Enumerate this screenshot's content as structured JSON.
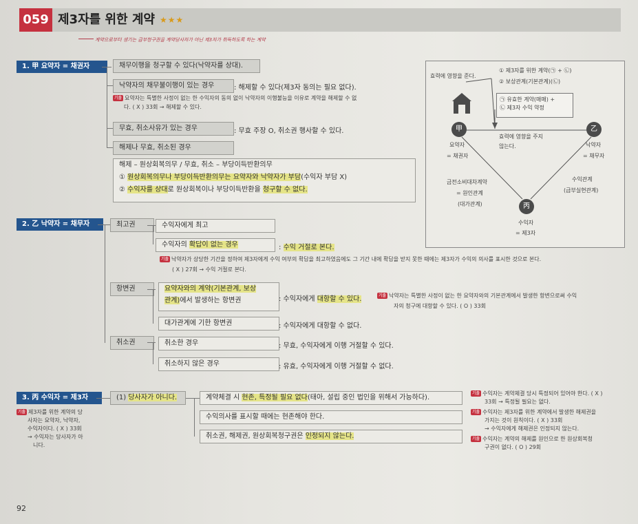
{
  "header": {
    "number": "059",
    "title": "제3자를 위한 계약",
    "stars": "★★★",
    "subnote": "계약으로부터 생기는 급부청구권을 계약당사자가 아닌 제3자가 취득하도록 하는 계약"
  },
  "sec1": {
    "title": "1. 甲 요약자 = 채권자",
    "b1": "채무이행을 청구할 수 있다(낙약자를 상대).",
    "b2": "낙약자의 채무불이행이 있는 경우",
    "b2_result": ": 해제할 수 있다(제3자 동의는 필요 없다).",
    "gichul_tag": "기출",
    "note2a": "요약자는 특별한 사정이 없는 한 수익자의 동의 없이 낙약자의 이행불능을 이유로 계약을 해제할 수 없",
    "note2b": "다. ( X ) 33회 → 해제할 수 있다.",
    "b3": "무효, 취소사유가 있는 경우",
    "b3_result": ": 무효 주장 O, 취소권 행사할 수 있다.",
    "b4": "해제나 무효, 취소된 경우",
    "box_l1": "해제 – 원상회복의무 / 무효, 취소 – 부당이득반환의무",
    "box_l2a": "① ",
    "box_l2b": "원상회복의무나 부당이득반환의무는 요약자와 낙약자가 부담",
    "box_l2c": "(수익자 부담 X)",
    "box_l3a": "② ",
    "box_l3b": "수익자를 상대",
    "box_l3c": "로 원상회복이나 부당이득반환을 ",
    "box_l3d": "청구할 수 없다."
  },
  "sec2": {
    "title": "2. 乙 낙약자 = 채무자",
    "g1": "최고권",
    "g1a": "수익자에게 최고",
    "g1b_a": "수익자의 ",
    "g1b_b": "확답이 없는 경우",
    "g1b_res_a": ": ",
    "g1b_res_b": "수익 거절로 본다.",
    "note1a": "낙약자가 상당한 기간을 정하여 제3자에게 수익 여부의 확답을 최고하였음에도 그 기간 내에 확답을 받지 못한 때에는 제3자가 수익의 의사를 표시한 것으로 본다.",
    "note1b": "( X ) 27회 → 수익 거절로 본다.",
    "g2": "항변권",
    "g2a_1": "요약자와의 계약(기본관계, 보상",
    "g2a_2": "관계)",
    "g2a_3": "에서 발생하는 항변권",
    "g2a_res_a": ": 수익자에게 ",
    "g2a_res_b": "대항할 수 있다.",
    "note2a": "낙약자는 특별한 사정이 없는 한 요약자와의 기본관계에서 발생한 항변으로써 수익",
    "note2b": "자의 청구에 대항할 수 있다. ( O ) 33회",
    "g2b": "대가관계에 기한 항변권",
    "g2b_res": ": 수익자에게 대항할 수 없다.",
    "g3": "취소권",
    "g3a": "취소한 경우",
    "g3a_res": ": 무효, 수익자에게 이행 거절할 수 있다.",
    "g3b": "취소하지 않은 경우",
    "g3b_res": ": 유효, 수익자에게 이행 거절할 수 없다."
  },
  "sec3": {
    "title": "3. 丙 수익자 = 제3자",
    "note_l1": "제3자를 위한 계약의 당",
    "note_l2": "사자는 요약자, 낙약자,",
    "note_l3": "수익자이다. ( X ) 33회",
    "note_l4": "→ 수익자는 당사자가 아",
    "note_l5": "니다.",
    "main_a": "(1) ",
    "main_b": "당사자가 아니다.",
    "r1_a": "계약체결 시 ",
    "r1_b": "현존, 특정될 필요 없다",
    "r1_c": "(태아, 설립 중인 법인을 위해서 가능하다).",
    "r2": "수익의사를 표시할 때에는 현존해야 한다.",
    "r3_a": "취소권, 해제권, 원상회복청구권은 ",
    "r3_b": "인정되지 않는다.",
    "side1a": "수익자는 계약체결 당시 특정되어 있어야 한다. ( X )",
    "side1b": "33회 → 특정될 필요는 없다.",
    "side2a": "수익자는 제3자를 위한 계약에서 발생한 해제권을",
    "side2b": "가지는 것이 원칙이다. ( X ) 33회",
    "side2c": "→ 수익자에게 해제권은 인정되지 않는다.",
    "side3a": "수익자는 계약의 해제를 원인으로 한 원상회복청",
    "side3b": "구권이 없다. ( O ) 29회"
  },
  "diagram": {
    "influence": "효력에 영향을 준다.",
    "item1": "① 제3자를 위한 계약(㉠ + ㉡)",
    "item2": "② 보상관계(기본관계)(㉡)",
    "box1": "㉠ 유효한 계약(매매) +",
    "box2": "㉡ 제3자 수익 약정",
    "no_influence1": "효력에 영향을 주지",
    "no_influence2": "않는다.",
    "gap": "甲",
    "gap_l1": "요약자",
    "gap_l2": "= 채권자",
    "eul": "乙",
    "eul_l1": "낙약자",
    "eul_l2": "= 채무자",
    "byeong": "丙",
    "byeong_l1": "수익자",
    "byeong_l2": "= 제3자",
    "left_rel1": "금전소비대차계약",
    "left_rel2": "= 원인관계",
    "left_rel3": "(대가관계)",
    "right_rel1": "수익관계",
    "right_rel2": "(급부실현관계)"
  },
  "page_number": "92"
}
